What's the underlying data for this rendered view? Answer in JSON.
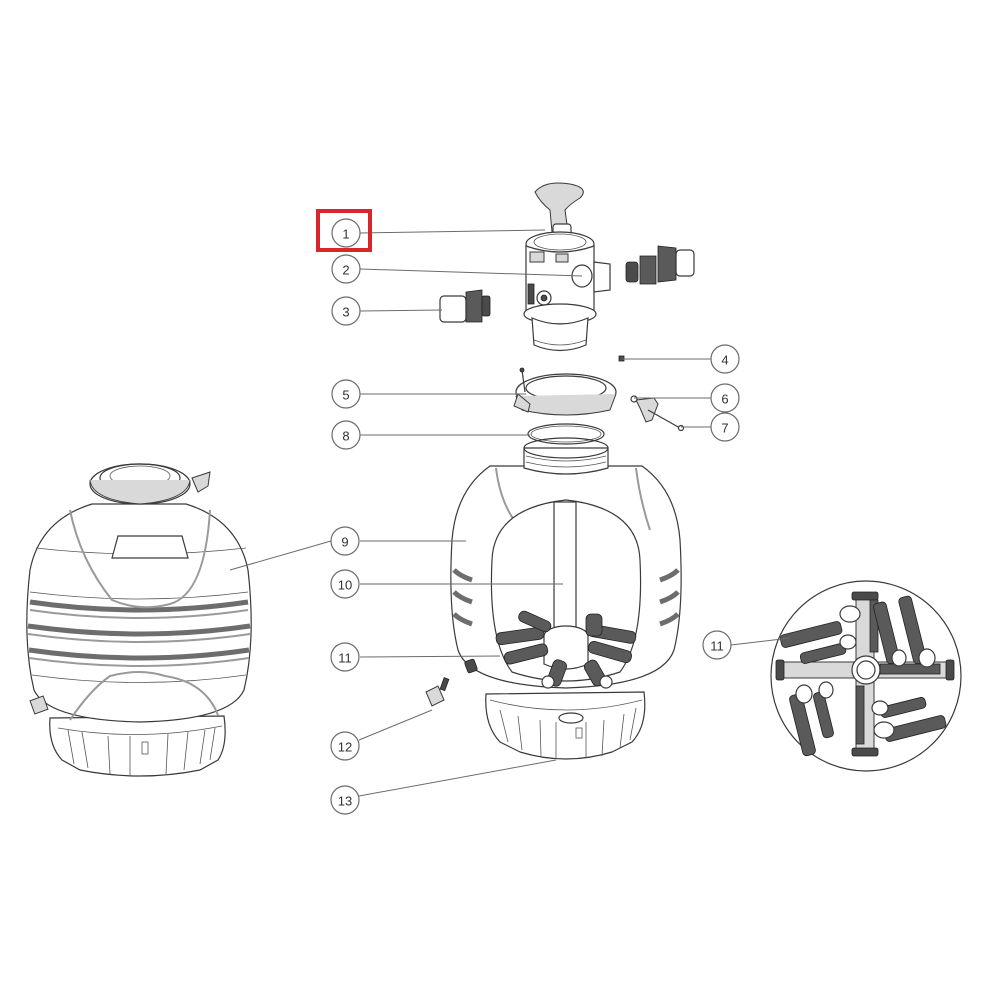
{
  "diagram": {
    "type": "exploded-parts-diagram",
    "subject": "pool sand filter with top-mount multiport valve",
    "highlight": {
      "target_callout": "1",
      "color": "#d9262c"
    },
    "callouts": [
      {
        "id": "1",
        "label": "1",
        "part": "multiport-valve-handle"
      },
      {
        "id": "2",
        "label": "2",
        "part": "multiport-valve-body"
      },
      {
        "id": "3",
        "label": "3",
        "part": "union-connector"
      },
      {
        "id": "4",
        "label": "4",
        "part": "screw"
      },
      {
        "id": "5",
        "label": "5",
        "part": "tank-clamp-ring"
      },
      {
        "id": "6",
        "label": "6",
        "part": "clamp-knob"
      },
      {
        "id": "7",
        "label": "7",
        "part": "clamp-bolt"
      },
      {
        "id": "8",
        "label": "8",
        "part": "o-ring"
      },
      {
        "id": "9",
        "label": "9",
        "part": "filter-tank"
      },
      {
        "id": "10",
        "label": "10",
        "part": "central-pipe"
      },
      {
        "id": "11",
        "label": "11",
        "part": "lateral-collector"
      },
      {
        "id": "12",
        "label": "12",
        "part": "drain-plug"
      },
      {
        "id": "13",
        "label": "13",
        "part": "tank-base"
      },
      {
        "id": "11b",
        "label": "11",
        "part": "lateral-collector-detail"
      }
    ]
  }
}
